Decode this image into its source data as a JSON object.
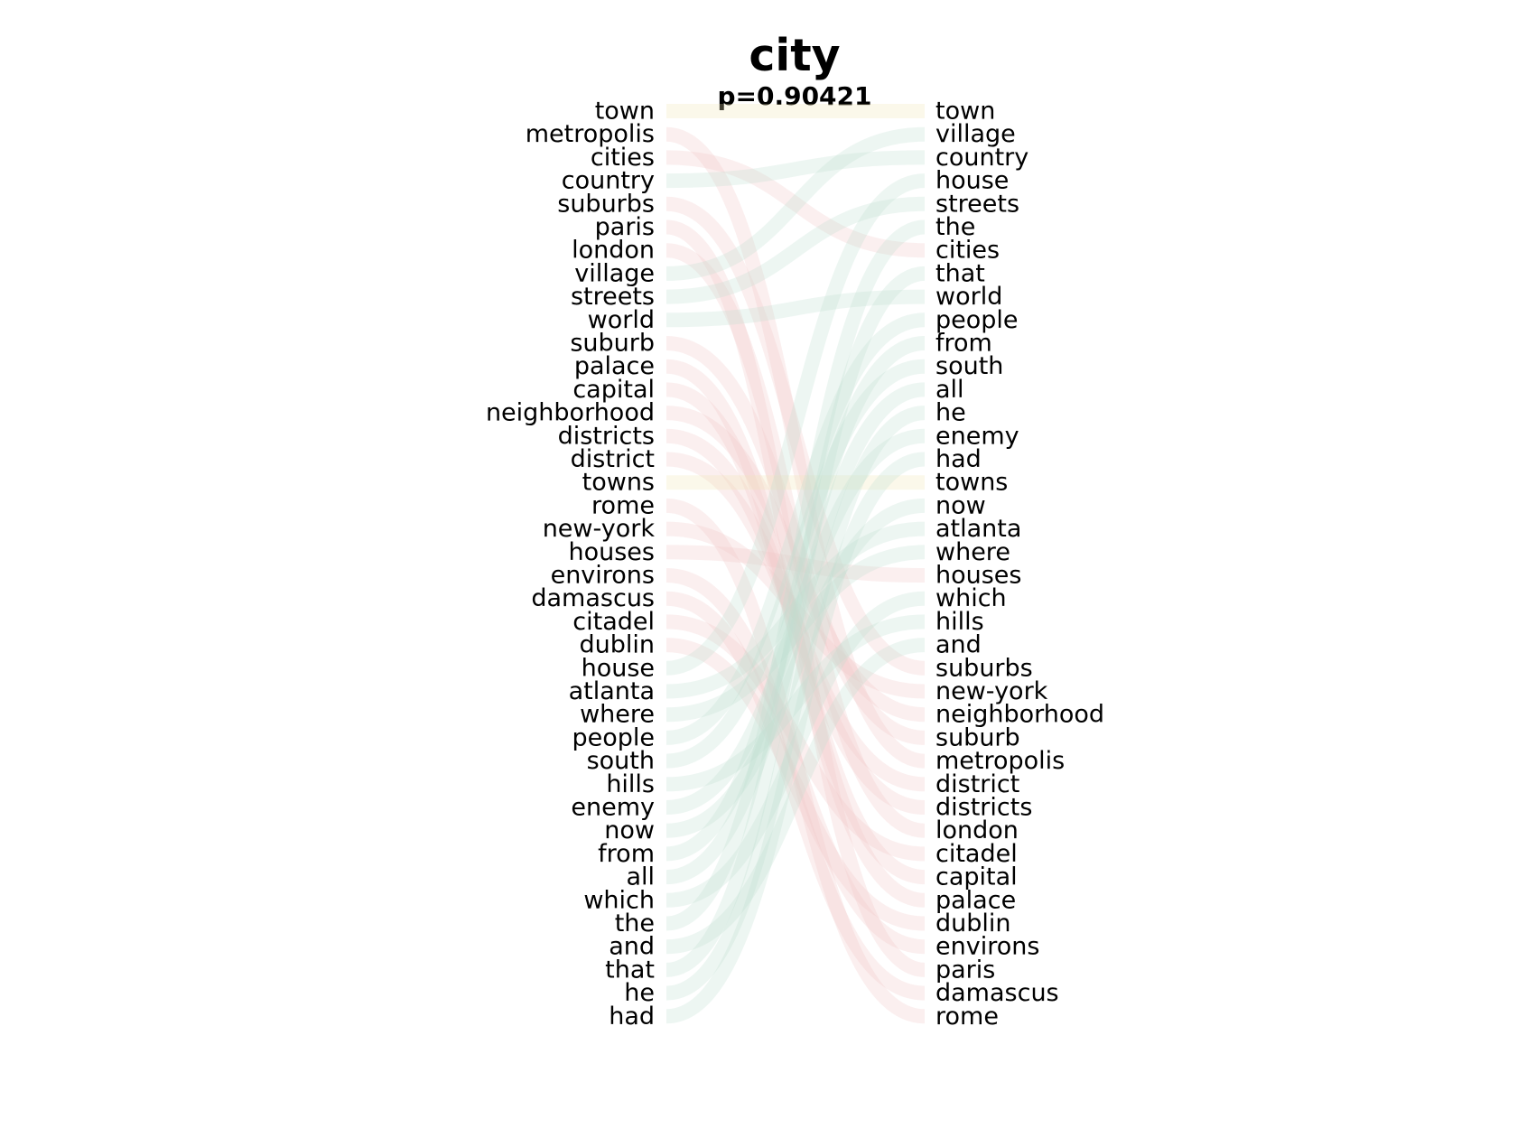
{
  "chart_data": {
    "type": "bump",
    "title": "city",
    "subtitle": "p=0.90421",
    "left_ranking": [
      "town",
      "metropolis",
      "cities",
      "country",
      "suburbs",
      "paris",
      "london",
      "village",
      "streets",
      "world",
      "suburb",
      "palace",
      "capital",
      "neighborhood",
      "districts",
      "district",
      "towns",
      "rome",
      "new-york",
      "houses",
      "environs",
      "damascus",
      "citadel",
      "dublin",
      "house",
      "atlanta",
      "where",
      "people",
      "south",
      "hills",
      "enemy",
      "now",
      "from",
      "all",
      "which",
      "the",
      "and",
      "that",
      "he",
      "had"
    ],
    "right_ranking": [
      "town",
      "village",
      "country",
      "house",
      "streets",
      "the",
      "cities",
      "that",
      "world",
      "people",
      "from",
      "south",
      "all",
      "he",
      "enemy",
      "had",
      "towns",
      "now",
      "atlanta",
      "where",
      "houses",
      "which",
      "hills",
      "and",
      "suburbs",
      "new-york",
      "neighborhood",
      "suburb",
      "metropolis",
      "district",
      "districts",
      "london",
      "citadel",
      "capital",
      "palace",
      "dublin",
      "environs",
      "paris",
      "damascus",
      "rome"
    ],
    "colors": {
      "left_only_lines": "#f2c4c4",
      "right_only_lines": "#bfe0cf",
      "shared_lines": "#f2e6b3"
    }
  }
}
